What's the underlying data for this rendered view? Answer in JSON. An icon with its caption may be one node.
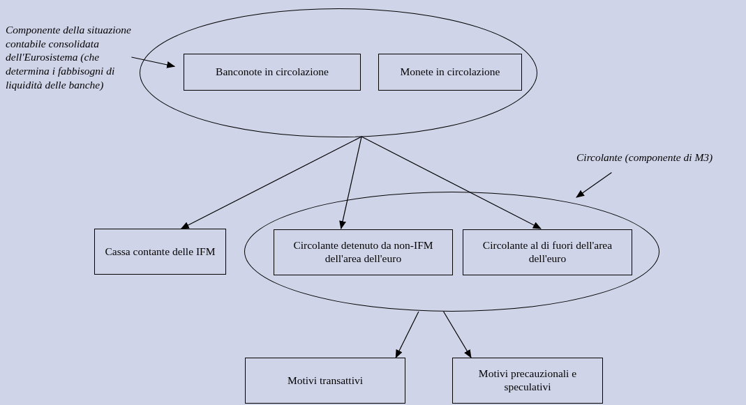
{
  "diagram": {
    "nodes": [
      {
        "text": [],
        "shape": "ellipse"
      },
      {
        "text": [
          "Banconote in circolazione"
        ],
        "in": 0
      },
      {
        "text": [
          "Monete in circolazione"
        ],
        "in": 0
      },
      {
        "text": [
          "Componente della situazione contabile consolidata dell'Eurosistema (che determina i fabbisogni di liquidità delle banche)"
        ]
      },
      {
        "text": [
          "Cassa contante delle IFM"
        ]
      },
      {
        "text": [],
        "shape": "ellipse"
      },
      {
        "text": [
          "Circolante detenuto da non-IFM dell'area dell'euro"
        ],
        "in": 5
      },
      {
        "text": [
          "Circolante al di fuori dell'area dell'euro"
        ],
        "in": 5
      },
      {
        "text": [
          "Circolante (componente di M3)"
        ]
      },
      {
        "text": [
          "Motivi transattivi"
        ]
      },
      {
        "text": [
          "Motivi precauzionali e speculativi"
        ]
      }
    ],
    "edges": [
      {
        "from": 3,
        "to": 0,
        "arrow": "to"
      },
      {
        "from": 0,
        "to": 4,
        "arrow": "to"
      },
      {
        "from": 0,
        "to": 6,
        "arrow": "to"
      },
      {
        "from": 0,
        "to": 7,
        "arrow": "to"
      },
      {
        "from": 8,
        "to": 5,
        "arrow": "to"
      },
      {
        "from": 5,
        "to": 9,
        "arrow": "to"
      },
      {
        "from": 5,
        "to": 10,
        "arrow": "to"
      }
    ]
  }
}
